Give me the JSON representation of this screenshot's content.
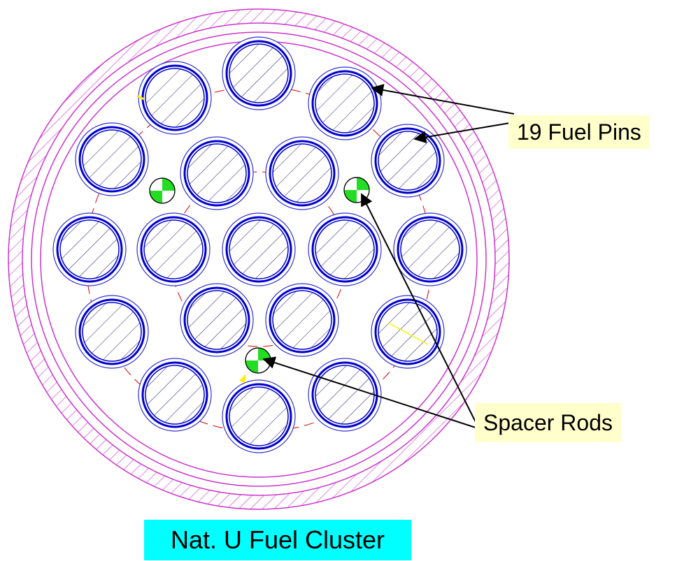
{
  "labels": {
    "fuel_pins": "19 Fuel Pins",
    "spacer_rods": "Spacer Rods",
    "caption": "Nat. U Fuel Cluster"
  },
  "fuel_pin_count": 19,
  "spacer_rod_count": 3,
  "colors": {
    "pressure_tube": "#cc33cc",
    "pin_clad": "#0000cc",
    "pin_outline": "#3333cc",
    "hatch": "#1a1a66",
    "ring_lines": "#dd0000",
    "spacer_fill": "#22dd22",
    "yellow_marker": "#ffee00",
    "callout_bg": "#ffffcc",
    "caption_bg": "#00ffff",
    "arrow": "#000000"
  }
}
